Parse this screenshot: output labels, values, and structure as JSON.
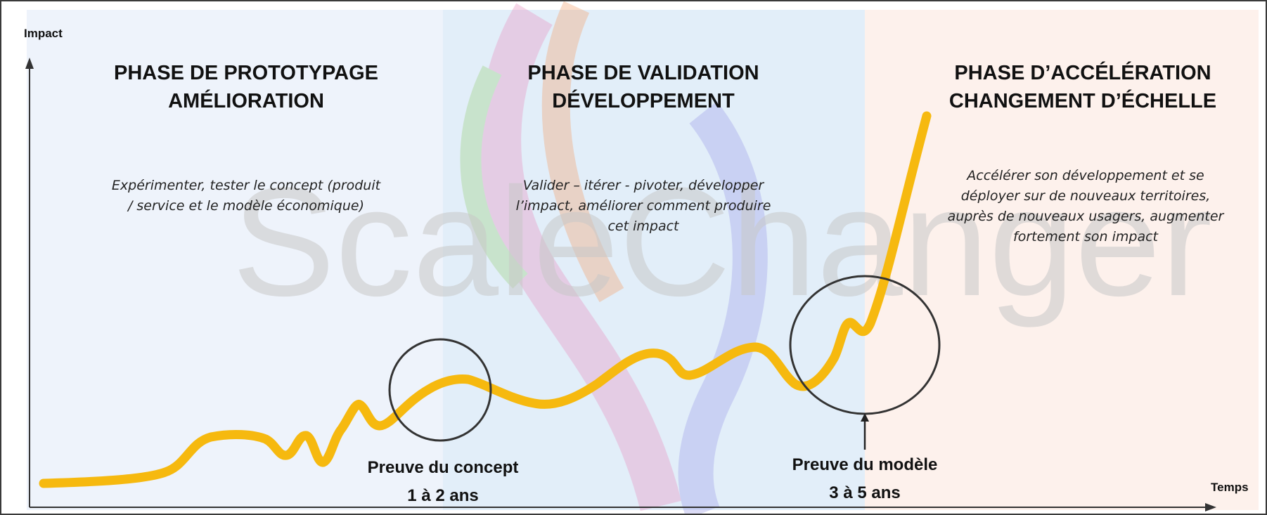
{
  "axes": {
    "y_label": "Impact",
    "x_label": "Temps"
  },
  "watermark": "ScaleChanger",
  "phases": [
    {
      "title": [
        "PHASE DE PROTOTYPAGE",
        "AMÉLIORATION"
      ],
      "description": [
        "Expérimenter, tester le concept (produit",
        "/ service et le modèle économique)"
      ],
      "background_color": "#eef3fb"
    },
    {
      "title": [
        "PHASE DE VALIDATION",
        "DÉVELOPPEMENT"
      ],
      "description": [
        "Valider – itérer - pivoter, développer",
        "l’impact, améliorer comment produire",
        "cet impact"
      ],
      "background_color": "#e2eef9"
    },
    {
      "title": [
        "PHASE D’ACCÉLÉRATION",
        "CHANGEMENT D’ÉCHELLE"
      ],
      "description": [
        "Accélérer son développement et se",
        "déployer sur de nouveaux territoires,",
        "auprès de nouveaux usagers, augmenter",
        "fortement son impact"
      ],
      "background_color": "#fdf1ec"
    }
  ],
  "milestones": [
    {
      "label": "Preuve du concept",
      "duration": "1 à 2 ans"
    },
    {
      "label": "Preuve du modèle",
      "duration": "3 à 5 ans"
    }
  ],
  "colors": {
    "curve": "#f6b90f",
    "axis": "#333333",
    "circle": "#333333"
  }
}
